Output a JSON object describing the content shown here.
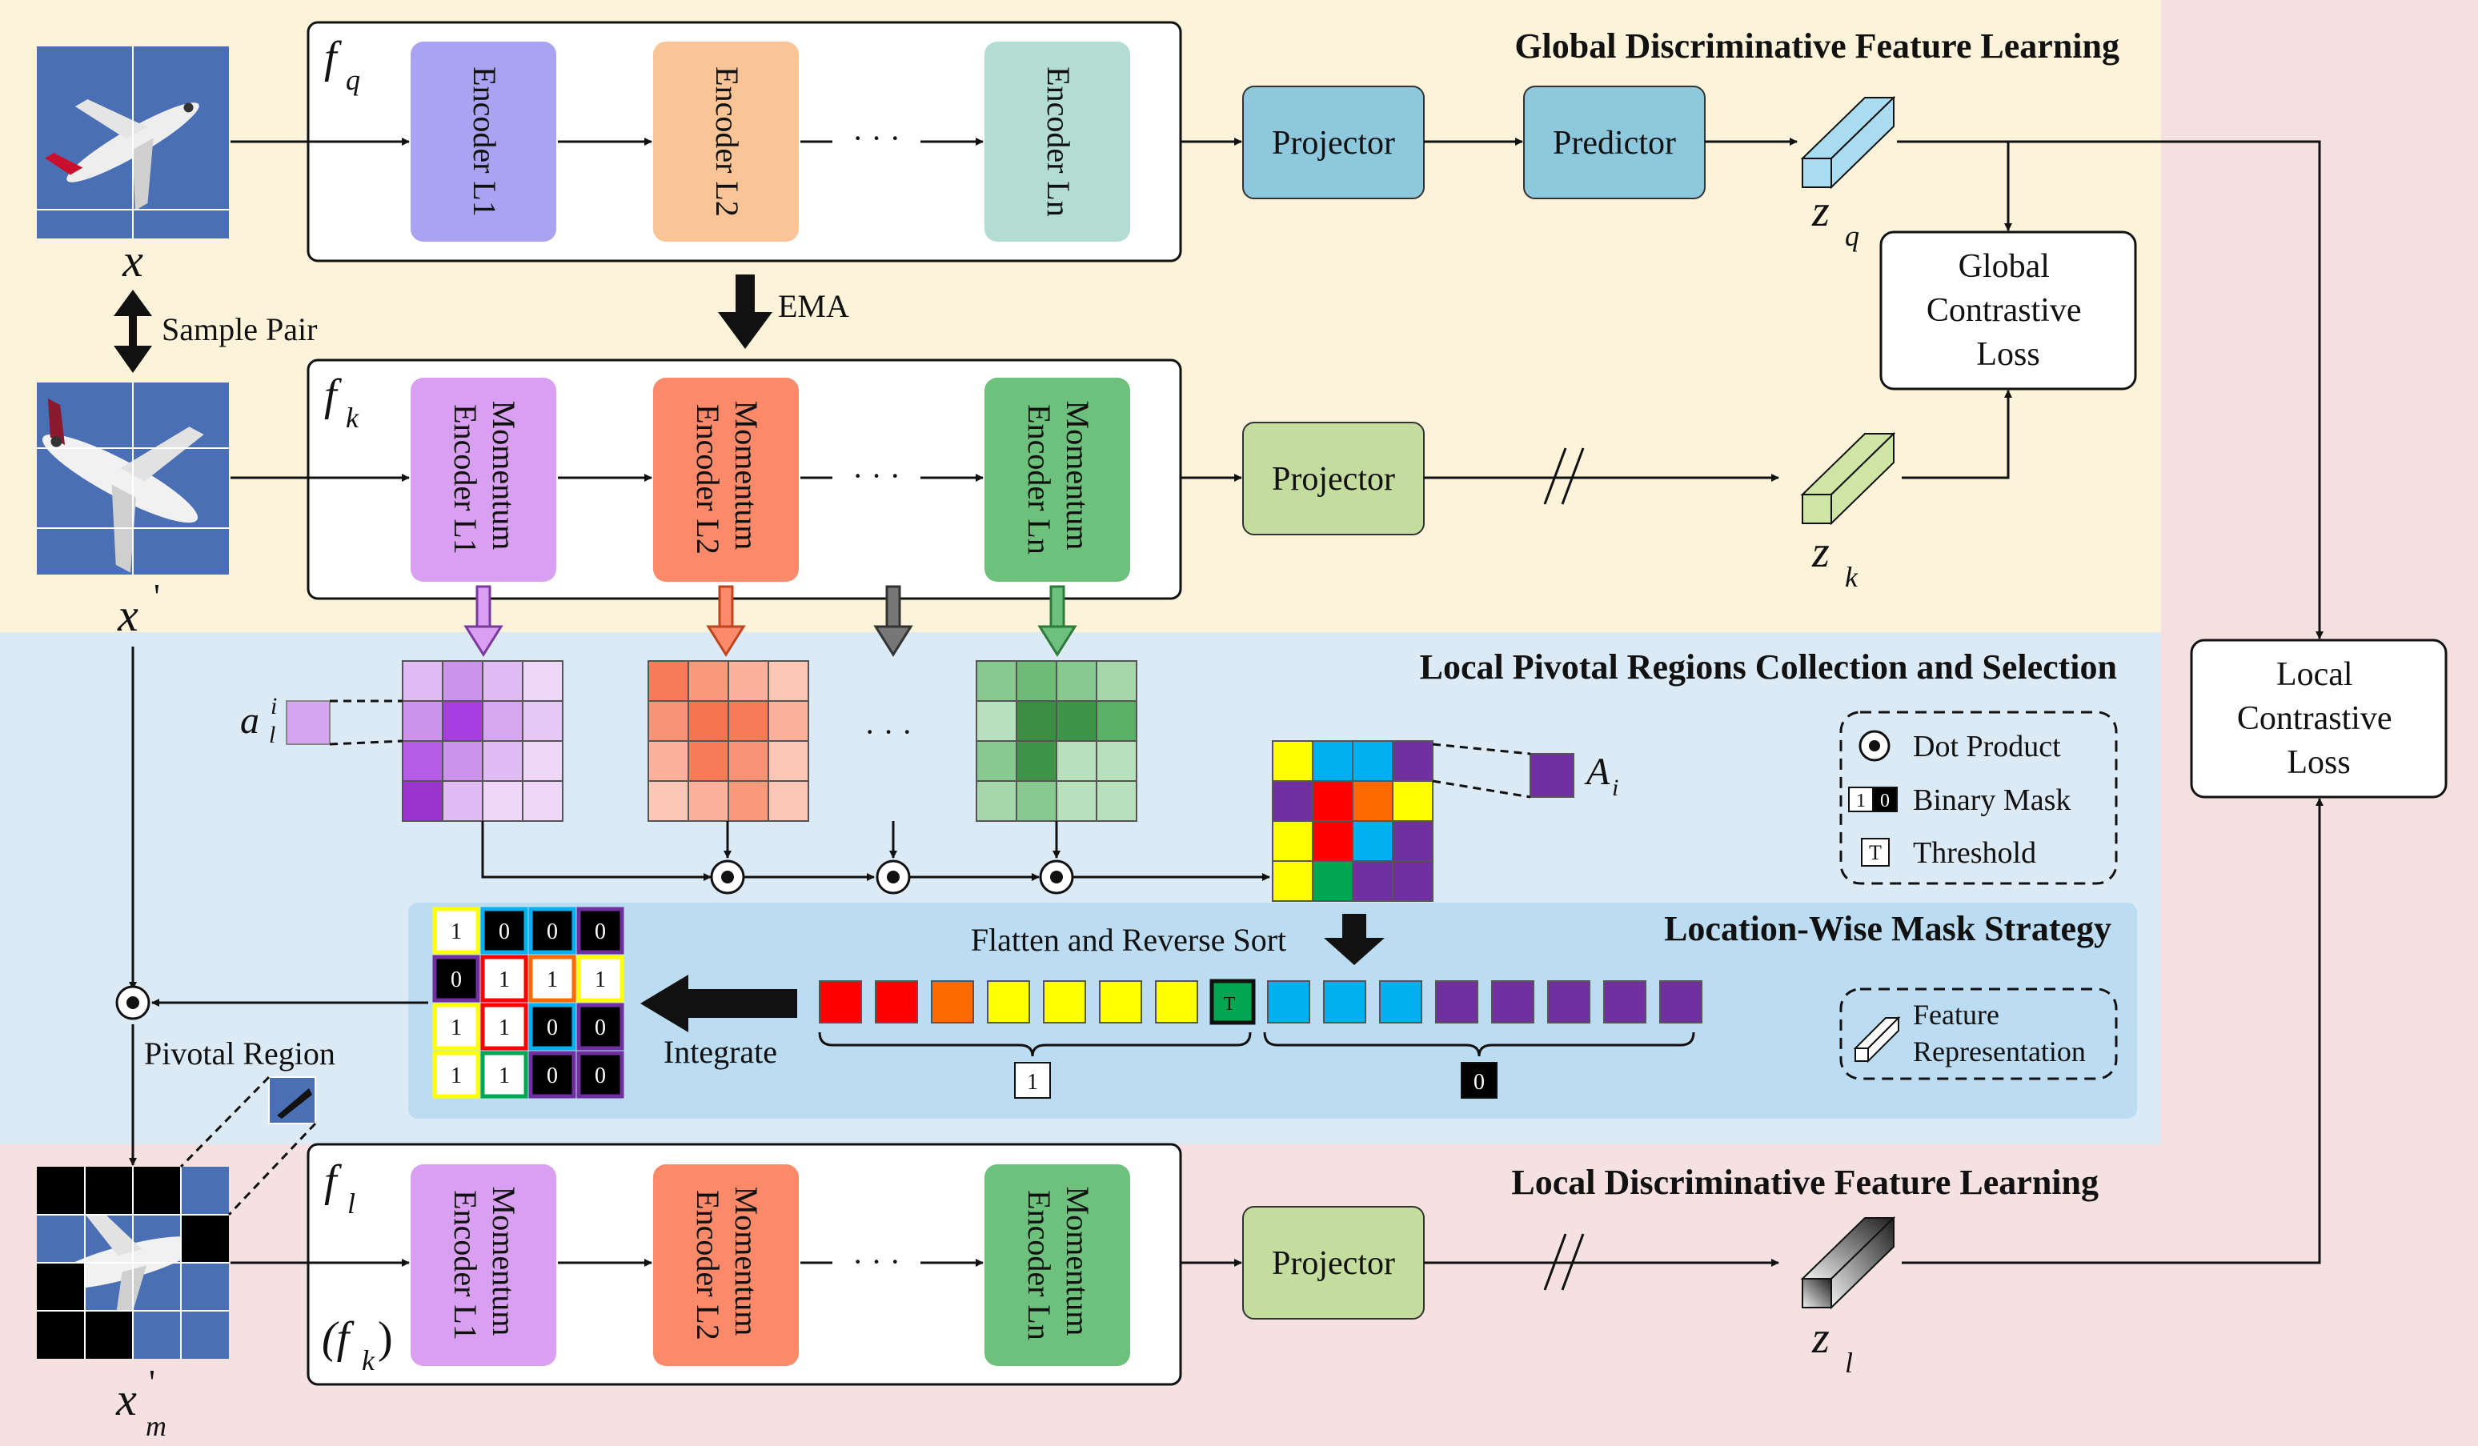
{
  "sections": {
    "global_title": "Global Discriminative Feature Learning",
    "local_regions_title": "Local Pivotal Regions Collection and Selection",
    "mask_strategy_title": "Location-Wise Mask Strategy",
    "local_title": "Local Discriminative Feature Learning"
  },
  "inputs": {
    "x": "x",
    "x_prime": "x",
    "x_prime_mark": "'",
    "x_m": "x",
    "x_m_sub": "m",
    "x_m_mark": "'",
    "sample_pair": "Sample Pair",
    "pivotal_region": "Pivotal Region"
  },
  "branch_q": {
    "label": "f",
    "sub": "q",
    "encoders": [
      {
        "lines": [
          "Encoder  L1"
        ]
      },
      {
        "lines": [
          "Encoder  L2"
        ]
      },
      {
        "lines": [
          "Encoder  Ln"
        ]
      }
    ],
    "dots": "· · ·",
    "projector": "Projector",
    "predictor": "Predictor",
    "z": "z",
    "z_sub": "q"
  },
  "ema": "EMA",
  "branch_k": {
    "label": "f",
    "sub": "k",
    "encoders": [
      {
        "lines": [
          "Momentum",
          "Encoder  L1"
        ]
      },
      {
        "lines": [
          "Momentum",
          "Encoder  L2"
        ]
      },
      {
        "lines": [
          "Momentum",
          "Encoder  Ln"
        ]
      }
    ],
    "dots": "· · ·",
    "projector": "Projector",
    "z": "z",
    "z_sub": "k"
  },
  "branch_l": {
    "label": "f",
    "sub": "l",
    "alt_label": "(f",
    "alt_sub": "k",
    "alt_close": ")",
    "encoders": [
      {
        "lines": [
          "Momentum",
          "Encoder  L1"
        ]
      },
      {
        "lines": [
          "Momentum",
          "Encoder  L2"
        ]
      },
      {
        "lines": [
          "Momentum",
          "Encoder  Ln"
        ]
      }
    ],
    "dots": "· · ·",
    "projector": "Projector",
    "z": "z",
    "z_sub": "l"
  },
  "global_loss": [
    "Global",
    "Contrastive",
    "Loss"
  ],
  "local_loss": [
    "Local",
    "Contrastive",
    "Loss"
  ],
  "attention": {
    "a_label": "a",
    "a_sup": "i",
    "a_sub": "l",
    "A_label": "A",
    "A_sub": "i",
    "dots": "· · ·"
  },
  "legend": {
    "dot_product": "Dot Product",
    "binary_mask": "Binary Mask",
    "mask_one": "1",
    "mask_zero": "0",
    "threshold": "Threshold",
    "threshold_symbol": "T",
    "feature_rep": [
      "Feature",
      "Representation"
    ]
  },
  "mask": {
    "flatten_label": "Flatten and Reverse Sort",
    "integrate_label": "Integrate",
    "threshold_symbol": "T",
    "one_label": "1",
    "zero_label": "0",
    "sorted_colors": [
      "#ff0000",
      "#ff0000",
      "#ff6a00",
      "#ffff00",
      "#ffff00",
      "#ffff00",
      "#ffff00",
      "#00a651",
      "#00b0f0",
      "#00b0f0",
      "#00b0f0",
      "#7030a0",
      "#7030a0",
      "#7030a0",
      "#7030a0",
      "#7030a0"
    ],
    "threshold_index": 7,
    "binary_grid": [
      [
        1,
        0,
        0,
        0
      ],
      [
        0,
        1,
        1,
        1
      ],
      [
        1,
        1,
        0,
        0
      ],
      [
        1,
        1,
        0,
        0
      ]
    ]
  },
  "colors": {
    "global_bg": "#fdf3da",
    "local_regions_bg": "#dbeaf5",
    "mask_bg": "#bcdcf2",
    "local_bg": "#f6e1e1",
    "right_bg": "#f5e0e0",
    "encoder_q": [
      "#a9a3f2",
      "#f9c597",
      "#b3ddd2"
    ],
    "encoder_k": [
      "#d99ff0",
      "#fa8a6a",
      "#6dc17d"
    ],
    "projector_q": "#8ec8dd",
    "projector_kl": "#c5dc9f",
    "z_q": "#a9dcf0",
    "z_k": "#cfe5a6",
    "z_l_dark": "#1f1f1f",
    "z_l_light": "#f0f0f0",
    "a_patch": "#d4a6ef",
    "A_patch": "#7030a0",
    "sky": "#4a6fb5"
  },
  "attention_maps": {
    "purple": [
      [
        "#e1bcf4",
        "#cc93ec",
        "#e1bcf4",
        "#eed7f9"
      ],
      [
        "#cc93ec",
        "#a63ee3",
        "#d6a6ef",
        "#e6c8f6"
      ],
      [
        "#b55be6",
        "#cc93ec",
        "#e1bcf4",
        "#eed7f9"
      ],
      [
        "#9b35d0",
        "#e1bcf4",
        "#eed7f9",
        "#eed7f9"
      ]
    ],
    "orange": [
      [
        "#f77b57",
        "#fa9a7c",
        "#fbb19b",
        "#fcc6b6"
      ],
      [
        "#f99377",
        "#f6744f",
        "#f77b57",
        "#fbb19b"
      ],
      [
        "#fbb19b",
        "#f77b57",
        "#f99377",
        "#fcc6b6"
      ],
      [
        "#fcc6b6",
        "#fbb19b",
        "#fa9a7c",
        "#fcc6b6"
      ]
    ],
    "green": [
      [
        "#87c98f",
        "#6cbb76",
        "#87c98f",
        "#a5d7aa"
      ],
      [
        "#b8e0bc",
        "#3a8d43",
        "#3f9449",
        "#5caf66"
      ],
      [
        "#87c98f",
        "#3f9449",
        "#b8e0bc",
        "#b8e0bc"
      ],
      [
        "#a5d7aa",
        "#87c98f",
        "#b8e0bc",
        "#b8e0bc"
      ]
    ],
    "combined": [
      [
        "#ffff00",
        "#00b0f0",
        "#00b0f0",
        "#7030a0"
      ],
      [
        "#7030a0",
        "#ff0000",
        "#ff6a00",
        "#ffff00"
      ],
      [
        "#ffff00",
        "#ff0000",
        "#00b0f0",
        "#7030a0"
      ],
      [
        "#ffff00",
        "#00a651",
        "#7030a0",
        "#7030a0"
      ]
    ]
  }
}
